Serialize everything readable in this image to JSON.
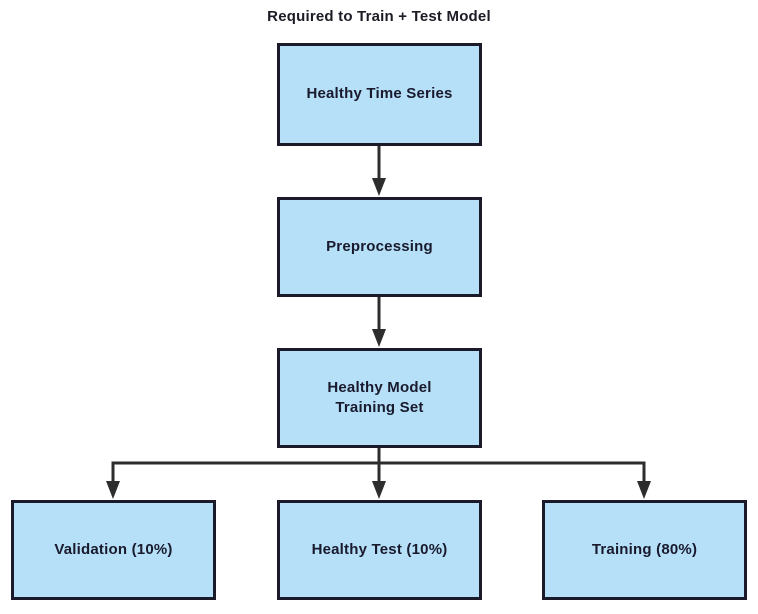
{
  "title": "Required to Train + Test Model",
  "colors": {
    "node_fill": "#b5e0f7",
    "node_border": "#1a1a2b",
    "arrow": "#2d2d2d",
    "text": "#1a1a2e",
    "background": "#ffffff"
  },
  "nodes": {
    "healthy_time_series": {
      "label": "Healthy Time Series"
    },
    "preprocessing": {
      "label": "Preprocessing"
    },
    "training_set": {
      "label": "Healthy Model\nTraining Set"
    },
    "validation": {
      "label": "Validation (10%)"
    },
    "healthy_test": {
      "label": "Healthy Test (10%)"
    },
    "training": {
      "label": "Training (80%)"
    }
  },
  "edges": [
    {
      "from": "healthy_time_series",
      "to": "preprocessing"
    },
    {
      "from": "preprocessing",
      "to": "training_set"
    },
    {
      "from": "training_set",
      "to": "validation"
    },
    {
      "from": "training_set",
      "to": "healthy_test"
    },
    {
      "from": "training_set",
      "to": "training"
    }
  ]
}
